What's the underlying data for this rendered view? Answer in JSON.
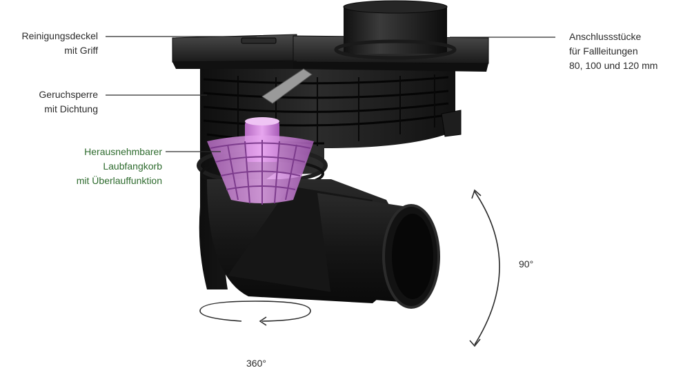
{
  "labels": {
    "cover": [
      "Reinigungsdeckel",
      "mit Griff"
    ],
    "seal": [
      "Geruchsperre",
      "mit Dichtung"
    ],
    "basket": [
      "Herausnehmbarer",
      "Laubfangkorb",
      "mit Überlauffunktion"
    ],
    "connectors": [
      "Anschlussstücke",
      "für Fallleitungen",
      "80, 100 und 120 mm"
    ]
  },
  "angles": {
    "vertical": "90°",
    "horizontal": "360°"
  },
  "colors": {
    "body": "#1b1b1b",
    "body_highlight": "#3a3a3a",
    "basket": "#d58ae0",
    "label_text": "#2a2a2a",
    "accent_text": "#2e6b2e"
  }
}
